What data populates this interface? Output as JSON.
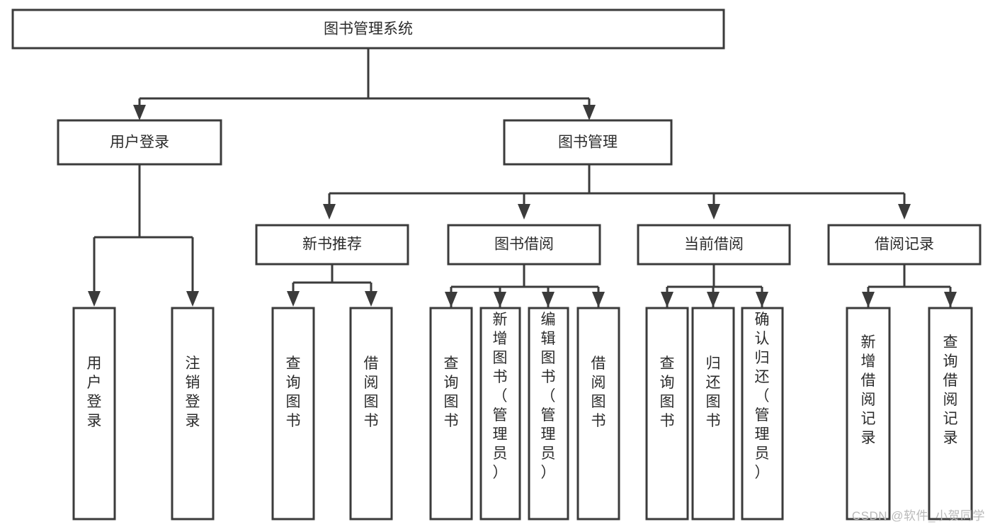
{
  "diagram": {
    "type": "tree-hierarchy-chart",
    "title": "图书管理系统",
    "watermark": "CSDN @软件_小贺同学",
    "colors": {
      "background": "#ffffff",
      "stroke": "#3b3b3b",
      "text": "#2b2b2b",
      "watermark": "#b9b9b9"
    },
    "levels": {
      "root": {
        "label": "图书管理系统"
      },
      "level1": [
        {
          "id": "user-login",
          "label": "用户登录"
        },
        {
          "id": "book-management",
          "label": "图书管理"
        }
      ],
      "level2": [
        {
          "id": "new-book-recommend",
          "label": "新书推荐",
          "parent": "book-management"
        },
        {
          "id": "book-borrow",
          "label": "图书借阅",
          "parent": "book-management"
        },
        {
          "id": "current-borrow",
          "label": "当前借阅",
          "parent": "book-management"
        },
        {
          "id": "borrow-record",
          "label": "借阅记录",
          "parent": "book-management"
        }
      ],
      "leaves": {
        "user-login": [
          {
            "id": "leaf-user-login",
            "label": "用户登录"
          },
          {
            "id": "leaf-user-logout",
            "label": "注销登录"
          }
        ],
        "new-book-recommend": [
          {
            "id": "leaf-query-book-1",
            "label": "查询图书"
          },
          {
            "id": "leaf-borrow-book-1",
            "label": "借阅图书"
          }
        ],
        "book-borrow": [
          {
            "id": "leaf-query-book-2",
            "label": "查询图书"
          },
          {
            "id": "leaf-add-book",
            "label": "新增图书（管理员）"
          },
          {
            "id": "leaf-edit-book",
            "label": "编辑图书（管理员）"
          },
          {
            "id": "leaf-borrow-book-2",
            "label": "借阅图书"
          }
        ],
        "current-borrow": [
          {
            "id": "leaf-query-book-3",
            "label": "查询图书"
          },
          {
            "id": "leaf-return-book",
            "label": "归还图书"
          },
          {
            "id": "leaf-confirm-return",
            "label": "确认归还（管理员）"
          }
        ],
        "borrow-record": [
          {
            "id": "leaf-add-record",
            "label": "新增借阅记录"
          },
          {
            "id": "leaf-query-record",
            "label": "查询借阅记录"
          }
        ]
      }
    }
  }
}
